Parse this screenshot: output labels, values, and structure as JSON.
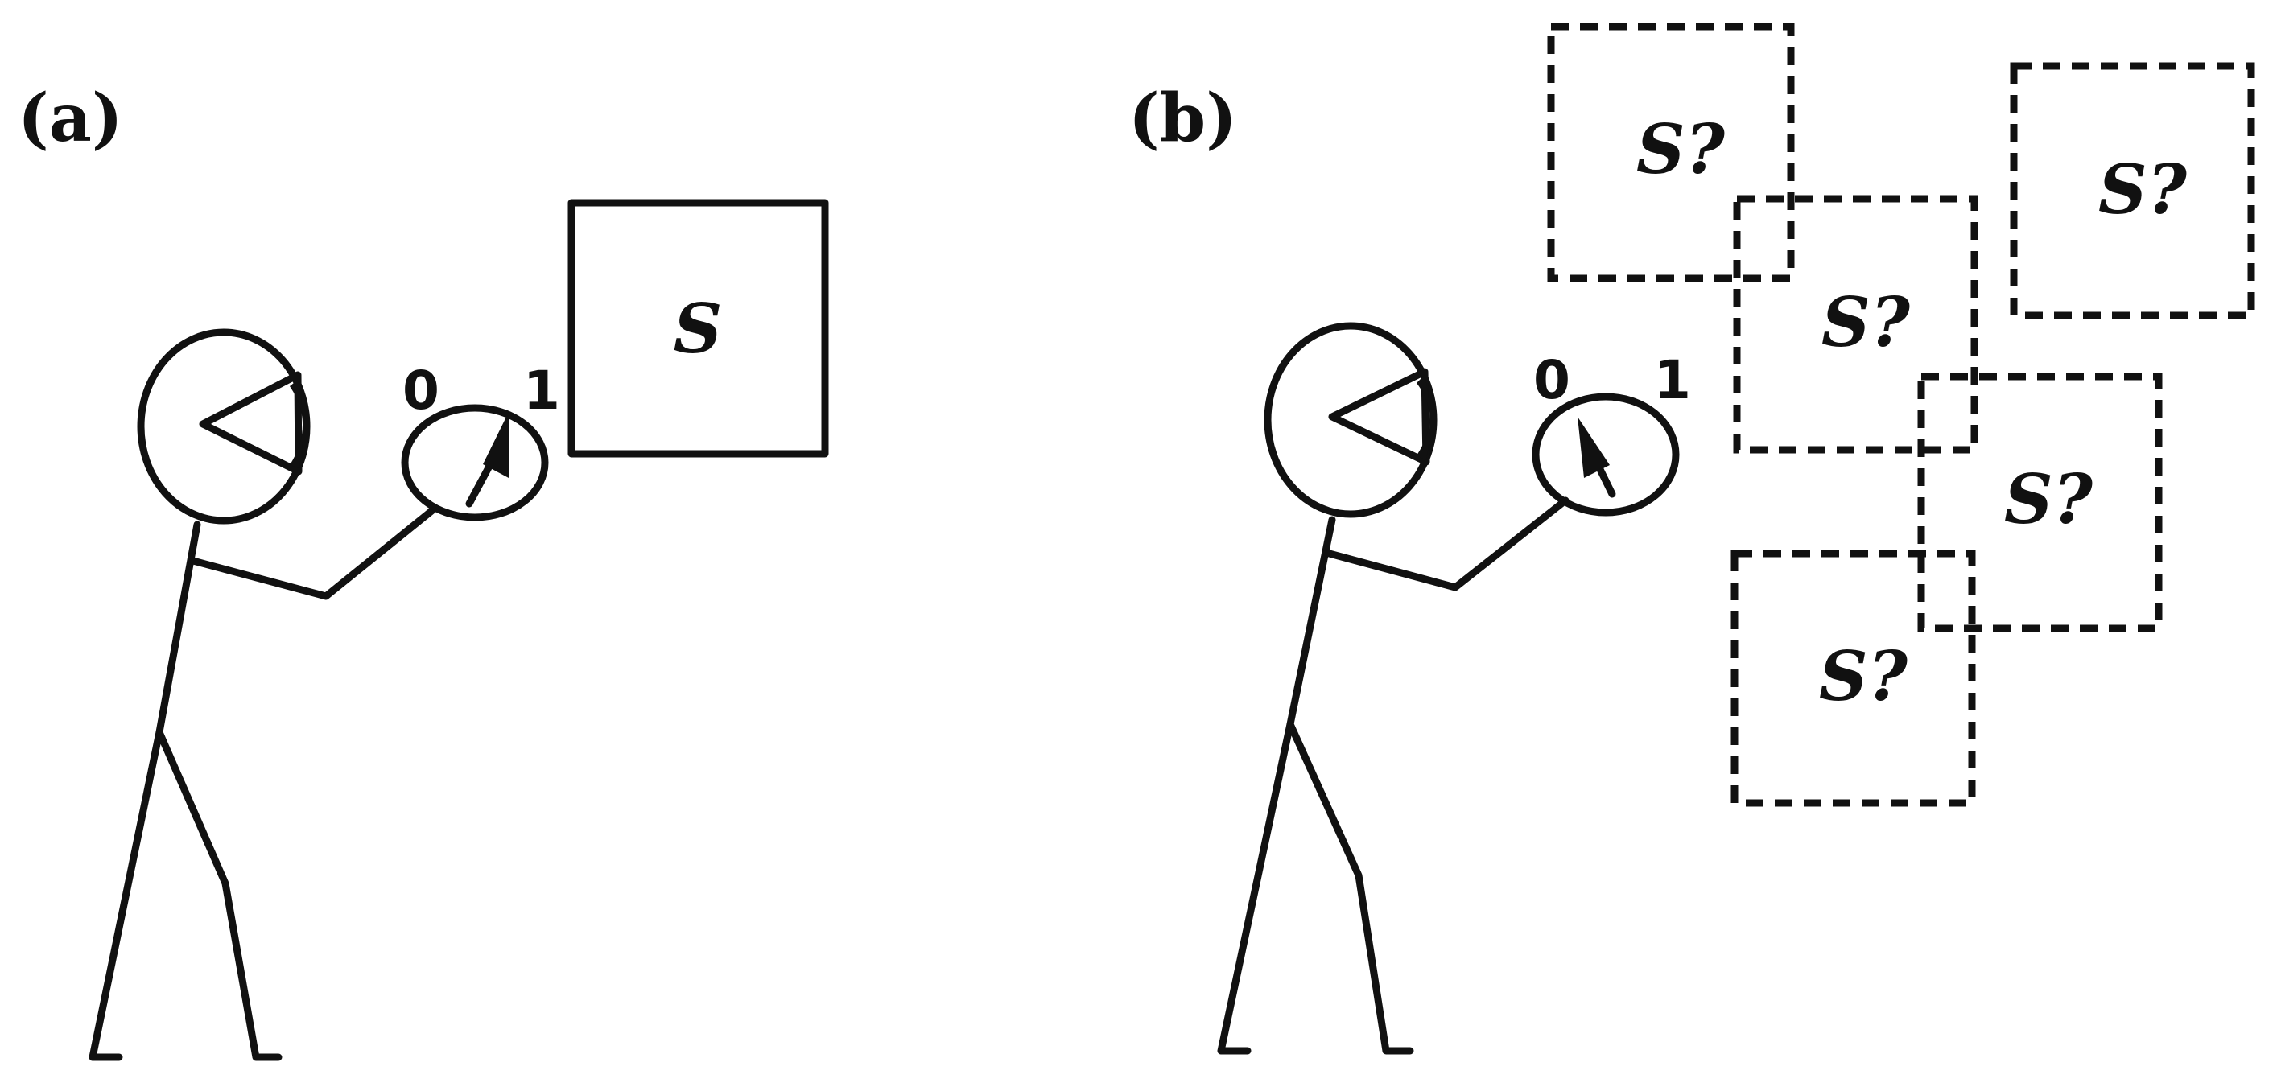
{
  "panels": [
    {
      "label": "(a)",
      "dial": {
        "min_label": "0",
        "max_label": "1"
      },
      "system": {
        "label": "S"
      }
    },
    {
      "label": "(b)",
      "dial": {
        "min_label": "0",
        "max_label": "1"
      },
      "systems": [
        {
          "label": "S?"
        },
        {
          "label": "S?"
        },
        {
          "label": "S?"
        },
        {
          "label": "S?"
        },
        {
          "label": "S?"
        }
      ]
    }
  ],
  "colors": {
    "ink": "#111111",
    "background": "#ffffff"
  }
}
